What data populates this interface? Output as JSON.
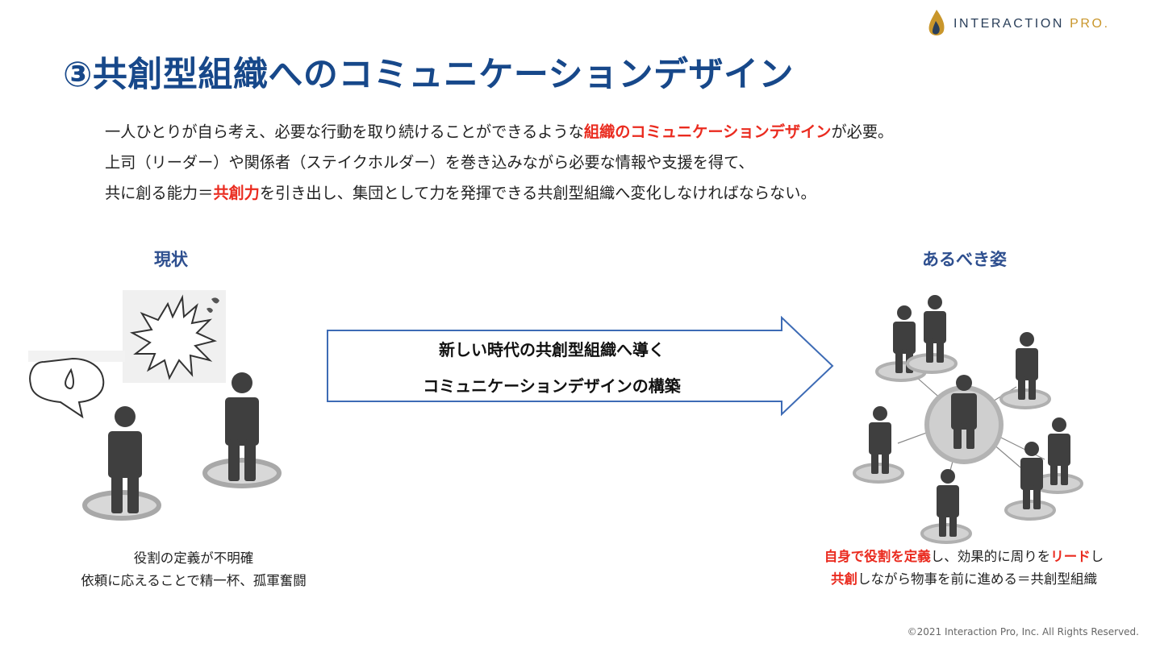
{
  "header": {
    "logo_name": "INTERACTION",
    "logo_suffix": "PRO.",
    "logo_icon": "flame-drop-icon",
    "title": "③共創型組織へのコミュニケーションデザイン"
  },
  "intro": {
    "line1_pre": "一人ひとりが自ら考え、必要な行動を取り続けることができるような",
    "line1_hl": "組織のコミュニケーションデザイン",
    "line1_post": "が必要。",
    "line2": "上司（リーダー）や関係者（ステイクホルダー）を巻き込みながら必要な情報や支援を得て、",
    "line3_pre": "共に創る能力＝",
    "line3_hl": "共創力",
    "line3_post": "を引き出し、集団として力を発揮できる共創型組織へ変化しなければならない。"
  },
  "current": {
    "label": "現状",
    "caption_line1": "役割の定義が不明確",
    "caption_line2": "依頼に応えることで精一杯、孤軍奮闘"
  },
  "transition": {
    "line1": "新しい時代の共創型組織へ導く",
    "line2": "コミュニケーションデザインの構築"
  },
  "ideal": {
    "label": "あるべき姿",
    "caption_hl1": "自身で役割を定義",
    "caption_mid1": "し、効果的に周りを",
    "caption_hl2": "リード",
    "caption_end1": "し",
    "caption_hl3": "共創",
    "caption_rest2": "しながら物事を前に進める＝共創型組織"
  },
  "footer": {
    "copyright": "©2021 Interaction Pro, Inc. All Rights Reserved."
  },
  "colors": {
    "title": "#17488a",
    "highlight": "#ea2b1f",
    "section_label": "#2e4f8f",
    "arrow_stroke": "#3d6bb5",
    "figure": "#3f3f3f",
    "logo_gold": "#c9962b",
    "logo_navy": "#2a3f5a"
  }
}
